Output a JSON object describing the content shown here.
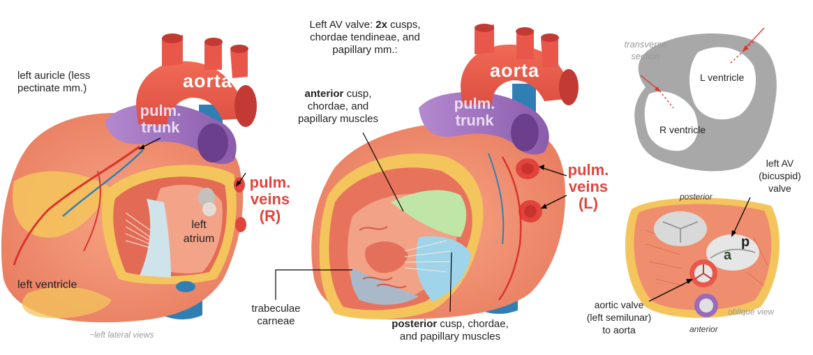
{
  "labels": {
    "left_auricle": [
      "left auricle (less",
      "pectinate mm.)"
    ],
    "left_ventricle": "left ventricle",
    "left_atrium": [
      "left",
      "atrium"
    ],
    "left_lateral_views": "~left lateral views",
    "av_valve_title": {
      "line1_a": "Left AV valve: ",
      "line1_b": "2x",
      "line1_c": " cusps,",
      "line2": "chordae tendineae, and",
      "line3": "papillary mm.:"
    },
    "anterior_cusp": {
      "bold": "anterior",
      "rest1": " cusp,",
      "line2": "chordae, and",
      "line3": "papillary muscles"
    },
    "trabeculae": [
      "trabeculae",
      "carneae"
    ],
    "posterior_cusp": {
      "bold": "posterior",
      "rest1": " cusp, chordae,",
      "line2": "and papillary muscles"
    },
    "transverse_section": [
      "transverse",
      "section"
    ],
    "l_ventricle": "L ventricle",
    "r_ventricle": "R ventricle",
    "left_av_valve": [
      "left AV",
      "(bicuspid)",
      "valve"
    ],
    "posterior": "posterior",
    "anterior": "anterior",
    "oblique_view": "oblique view",
    "aortic_valve": [
      "aortic valve",
      "(left semilunar)",
      "to aorta"
    ],
    "cusp_a": "a",
    "cusp_p": "p"
  },
  "structures": {
    "aorta_left": "aorta",
    "aorta_mid": "aorta",
    "pulm_trunk_left": [
      "pulm.",
      "trunk"
    ],
    "pulm_trunk_mid": [
      "pulm.",
      "trunk"
    ],
    "pulm_veins_r": [
      "pulm.",
      "veins",
      "(R)"
    ],
    "pulm_veins_l": [
      "pulm.",
      "veins",
      "(L)"
    ]
  },
  "colors": {
    "aorta": "#e8574a",
    "muscle": "#ef8e6e",
    "muscle_dark": "#d85f4c",
    "fat": "#f4c55c",
    "pulm_trunk": "#9a6bb8",
    "vein_blue": "#2f7fb5",
    "vein_red": "#e2443c",
    "valve_green": "#bfe6a7",
    "valve_blue": "#9fd4ea",
    "section_gray": "#a8a8a8"
  }
}
